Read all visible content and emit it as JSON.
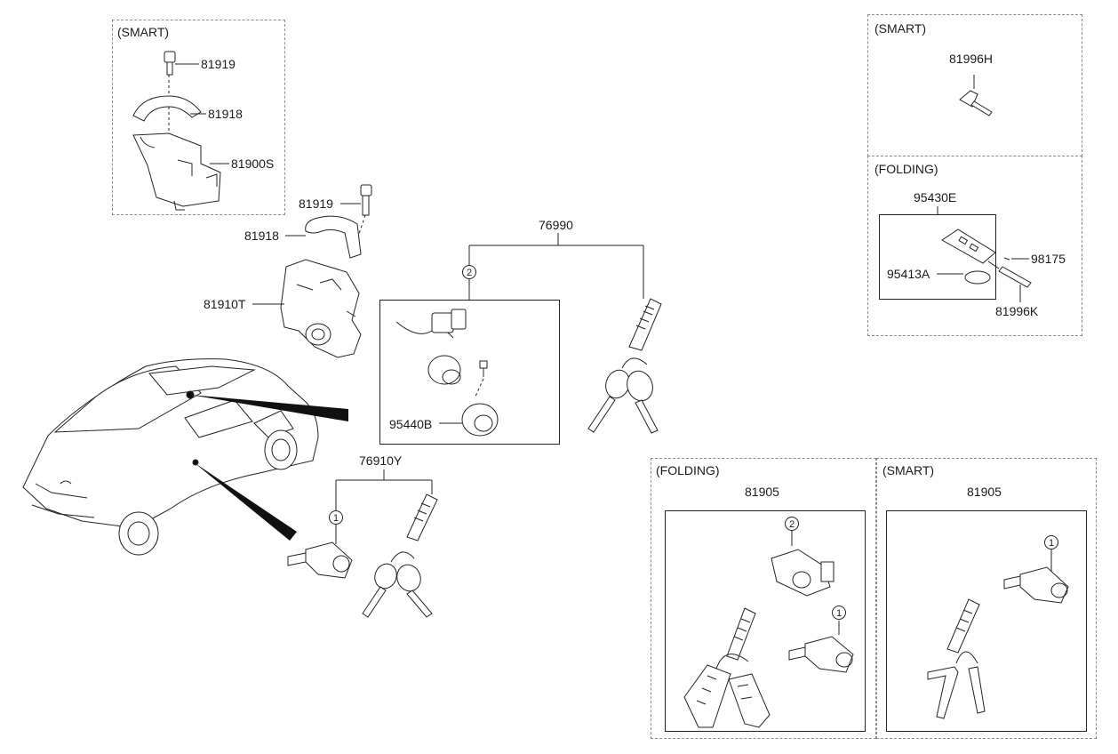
{
  "sections": {
    "smart_top_left": "(SMART)",
    "smart_top_right": "(SMART)",
    "folding_right": "(FOLDING)",
    "folding_bottom": "(FOLDING)",
    "smart_bottom": "(SMART)"
  },
  "parts": {
    "p81919a": "81919",
    "p81918a": "81918",
    "p81900S": "81900S",
    "p81919b": "81919",
    "p81918b": "81918",
    "p81910T": "81910T",
    "p76990": "76990",
    "p95440B": "95440B",
    "p76910Y": "76910Y",
    "p81996H": "81996H",
    "p95430E": "95430E",
    "p98175": "98175",
    "p95413A": "95413A",
    "p81996K": "81996K",
    "p81905a": "81905",
    "p81905b": "81905"
  },
  "callouts": {
    "c2_76990": "2",
    "c1_76910Y": "1",
    "c2_fold": "2",
    "c1_fold": "1",
    "c1_smart": "1"
  }
}
